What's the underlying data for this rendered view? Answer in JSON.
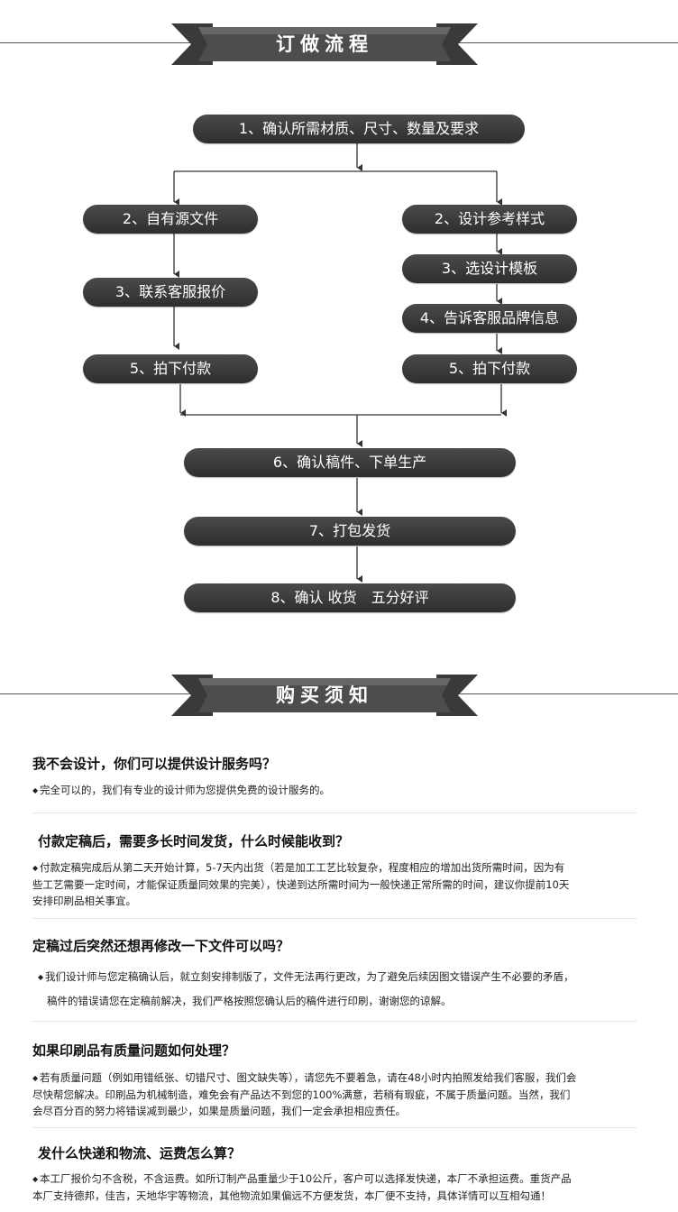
{
  "sections": {
    "process_title": "订做流程",
    "notice_title": "购买须知"
  },
  "flow": {
    "step1": "1、确认所需材质、尺寸、数量及要求",
    "left": [
      "2、自有源文件",
      "3、联系客服报价",
      "5、拍下付款"
    ],
    "right": [
      "2、设计参考样式",
      "3、选设计模板",
      "4、告诉客服品牌信息",
      "5、拍下付款"
    ],
    "step6": "6、确认稿件、下单生产",
    "step7": "7、打包发货",
    "step8": "8、确认 收货　五分好评"
  },
  "faq": [
    {
      "q": "我不会设计，你们可以提供设计服务吗？",
      "lines": [
        "完全可以的，我们有专业的设计师为您提供免费的设计服务的。"
      ]
    },
    {
      "q": "付款定稿后，需要多长时间发货，什么时候能收到？",
      "lines": [
        "付款定稿完成后从第二天开始计算，5-7天内出货（若是加工工艺比较复杂，程度相应的增加出货所需时间，因为有",
        "些工艺需要一定时间，才能保证质量同效果的完美），快递到达所需时间为一般快递正常所需的时间，建议你提前10天",
        "安排印刷品相关事宜。"
      ]
    },
    {
      "q": "定稿过后突然还想再修改一下文件可以吗？",
      "lines": [
        "我们设计师与您定稿确认后，就立刻安排制版了，文件无法再行更改，为了避免后续因图文错误产生不必要的矛盾，",
        "稿件的错误请您在定稿前解决，我们严格按照您确认后的稿件进行印刷，谢谢您的谅解。"
      ]
    },
    {
      "q": "如果印刷品有质量问题如何处理？",
      "lines": [
        "若有质量问题（例如用错纸张、切错尺寸、图文缺失等），请您先不要着急，请在48小时内拍照发给我们客服，我们会",
        "尽快帮您解决。印刷品为机械制造，难免会有产品达不到您的100%满意，若稍有瑕疵，不属于质量问题。当然，我们",
        "会尽百分百的努力将错误减到最少，如果是质量问题，我们一定会承担相应责任。"
      ]
    },
    {
      "q": "发什么快递和物流、运费怎么算？",
      "lines": [
        "本工厂报价匀不含税，不含运费。如所订制产品重量少于10公斤，客户可以选择发快递，本厂不承担运费。重货产品",
        "本厂支持德邦，佳吉，天地华宇等物流，其他物流如果偏远不方便发货，本厂便不支持，具体详情可以互相勾通！"
      ]
    }
  ]
}
